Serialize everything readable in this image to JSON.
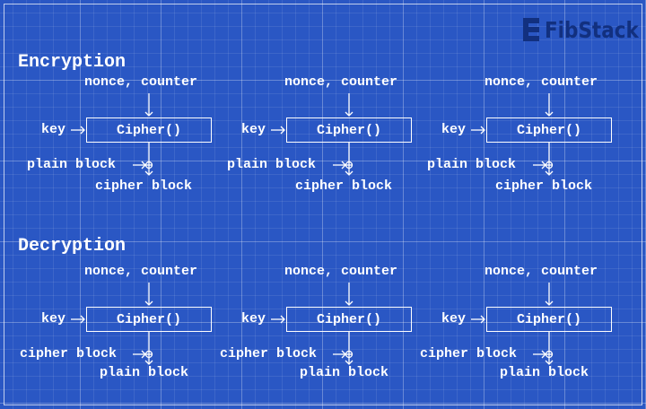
{
  "brand": {
    "name": "FibStack",
    "icon": "fibstack-logo-icon"
  },
  "sections": [
    {
      "title": "Encryption",
      "input_label": "plain block",
      "output_label": "cipher block"
    },
    {
      "title": "Decryption",
      "input_label": "cipher block",
      "output_label": "plain block"
    }
  ],
  "labels": {
    "nonce": "nonce, counter",
    "key": "key",
    "cipher_func": "Cipher()"
  }
}
